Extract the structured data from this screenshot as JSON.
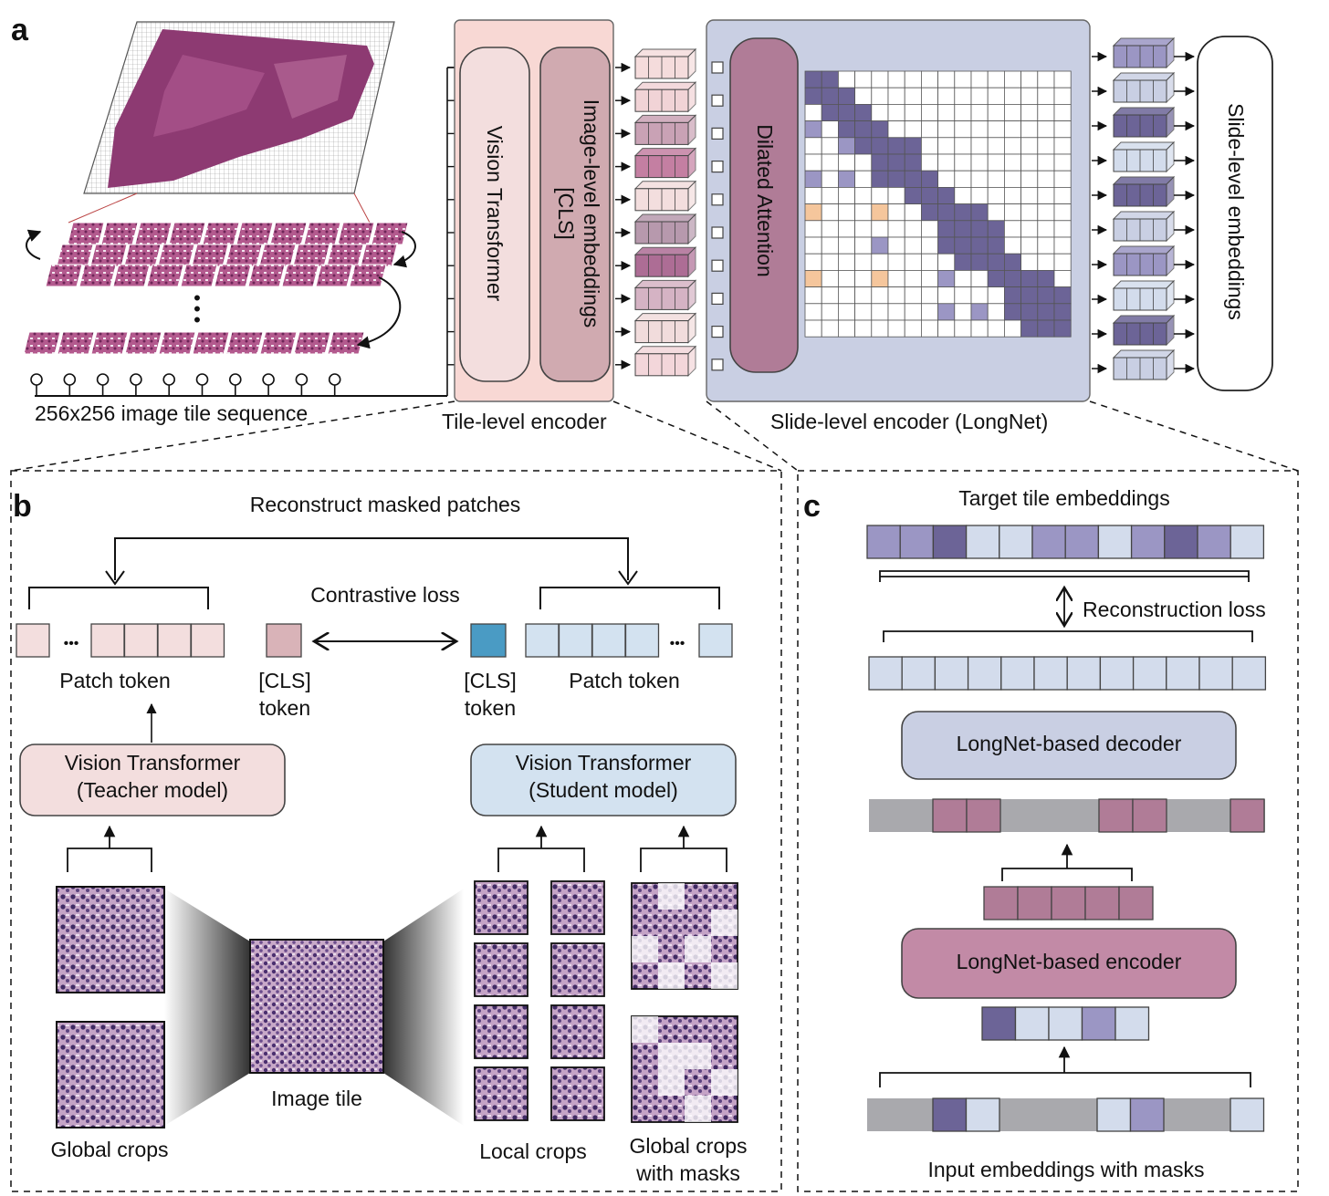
{
  "panel_a": {
    "letter": "a",
    "tile_sequence_label": "256x256 image tile sequence",
    "vision_transformer": "Vision Transformer",
    "image_level_embeddings_line1": "Image-level embeddings",
    "image_level_embeddings_line2": "[CLS]",
    "tile_encoder_label": "Tile-level encoder",
    "dilated_attention": "Dilated Attention",
    "slide_encoder_label": "Slide-level encoder (LongNet)",
    "slide_embeddings": "Slide-level embeddings",
    "dots": "•\n•\n•"
  },
  "panel_b": {
    "letter": "b",
    "reconstruct_label": "Reconstruct masked patches",
    "contrastive_loss": "Contrastive loss",
    "patch_token_left": "Patch token",
    "patch_token_right": "Patch token",
    "cls_left_line1": "[CLS]",
    "cls_left_line2": "token",
    "cls_right_line1": "[CLS]",
    "cls_right_line2": "token",
    "teacher_line1": "Vision Transformer",
    "teacher_line2": "(Teacher model)",
    "student_line1": "Vision Transformer",
    "student_line2": "(Student model)",
    "global_crops": "Global crops",
    "image_tile": "Image tile",
    "local_crops": "Local crops",
    "global_masks_line1": "Global crops",
    "global_masks_line2": "with masks",
    "ellipsis": "•••"
  },
  "panel_c": {
    "letter": "c",
    "target_tile_embeddings": "Target tile embeddings",
    "reconstruction_loss": "Reconstruction loss",
    "decoder": "LongNet-based decoder",
    "encoder": "LongNet-based encoder",
    "input_embeddings": "Input embeddings with masks"
  },
  "colors": {
    "tile_encoder_bg": "#f8d8d4",
    "slide_encoder_bg": "#c9cfe3",
    "pink_box": "#f3dede",
    "mauve": "#b07c97",
    "dark_purple": "#6c6497",
    "mid_purple": "#9b96c4",
    "light_blue": "#d3dcec",
    "cls_teacher": "#d9b3b8",
    "cls_student": "#4a9bc4",
    "mask_gray": "#a9a9ad",
    "tissue": "#8a3e72"
  }
}
